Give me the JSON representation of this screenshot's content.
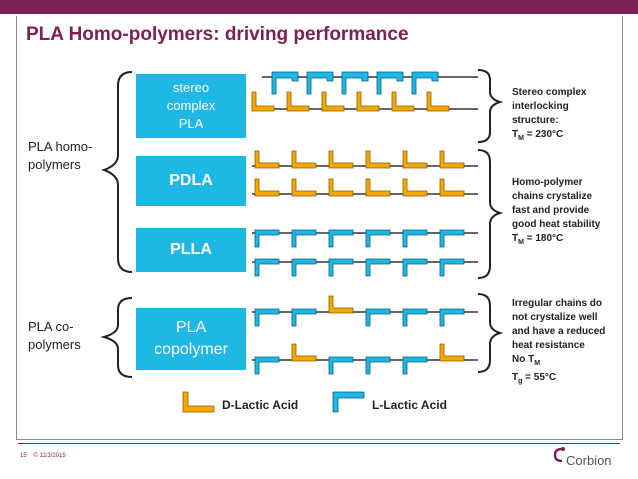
{
  "title": "PLA Homo-polymers: driving performance",
  "groups": {
    "homo": [
      "PLA homo-",
      "polymers"
    ],
    "co": [
      "PLA co-",
      "polymers"
    ]
  },
  "boxes": {
    "stereo": [
      "stereo",
      "complex",
      "PLA"
    ],
    "pdla": "PDLA",
    "plla": "PLLA",
    "copolymer": [
      "PLA",
      "copolymer"
    ]
  },
  "notes": {
    "stereo": [
      "Stereo complex",
      "interlocking",
      "structure:",
      "T",
      "M",
      " = 230°C"
    ],
    "homo": [
      "Homo-polymer",
      "chains crystalize",
      "fast and provide",
      "good heat stability",
      "T",
      "M",
      " = 180°C"
    ],
    "co": [
      "Irregular chains  do",
      "not crystalize well",
      "and have a reduced",
      "heat resistance",
      "No T",
      "M",
      "T",
      "g",
      " = 55°C"
    ]
  },
  "legend": {
    "d": "D-Lactic Acid",
    "l": "L-Lactic Acid"
  },
  "colors": {
    "brand": "#7c2156",
    "box": "#1fb7e3",
    "d_acid": "#f5a800",
    "l_acid": "#1fb7e3"
  },
  "footer": {
    "page": "15",
    "date": "© 11/3/2015",
    "company": "Corbion"
  }
}
